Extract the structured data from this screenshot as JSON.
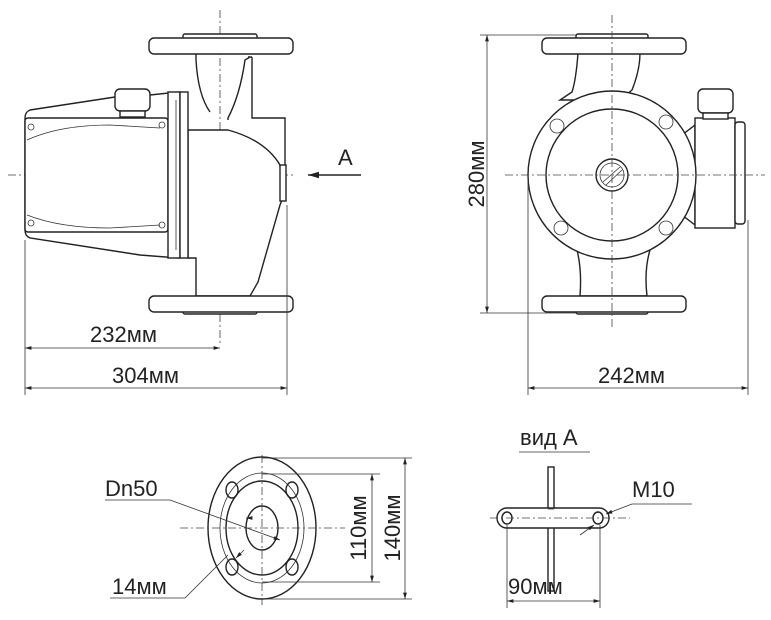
{
  "side_view": {
    "dim_axis": "232мм",
    "dim_overall": "304мм",
    "view_arrow_label": "A"
  },
  "front_view": {
    "dim_height": "280мм",
    "dim_width": "242мм"
  },
  "flange_view": {
    "nominal_diameter": "Dn50",
    "bolt_hole": "14мм",
    "bolt_circle": "110мм",
    "outer_diameter": "140мм"
  },
  "view_a": {
    "title": "вид А",
    "thread": "M10",
    "hole_spacing": "90мм"
  },
  "colors": {
    "line": "#222222",
    "background": "#ffffff"
  }
}
